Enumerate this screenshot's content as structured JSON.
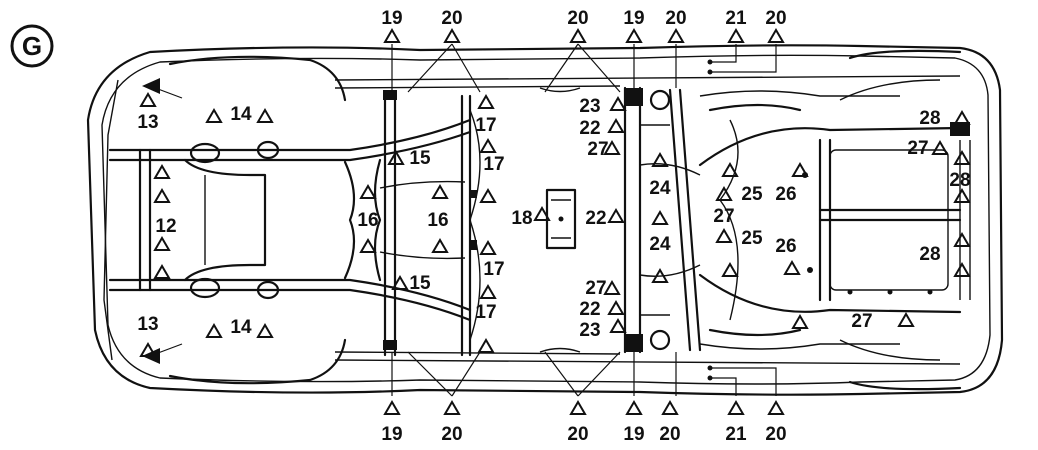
{
  "figure": {
    "view_letter": "G",
    "callouts": {
      "c13a": "13",
      "c13b": "13",
      "c14a": "14",
      "c14b": "14",
      "c12": "12",
      "c15a": "15",
      "c15b": "15",
      "c16a": "16",
      "c16b": "16",
      "c17a": "17",
      "c17b": "17",
      "c17c": "17",
      "c17d": "17",
      "c18": "18",
      "c19a": "19",
      "c19b": "19",
      "c19c": "19",
      "c19d": "19",
      "c20a": "20",
      "c20b": "20",
      "c20c": "20",
      "c20d": "20",
      "c20e": "20",
      "c20f": "20",
      "c20g": "20",
      "c20h": "20",
      "c21a": "21",
      "c21b": "21",
      "c22a": "22",
      "c22b": "22",
      "c22c": "22",
      "c23a": "23",
      "c23b": "23",
      "c24a": "24",
      "c24b": "24",
      "c25a": "25",
      "c25b": "25",
      "c26a": "26",
      "c26b": "26",
      "c27a": "27",
      "c27b": "27",
      "c27c": "27",
      "c27d": "27",
      "c27e": "27",
      "c28a": "28",
      "c28b": "28",
      "c28c": "28"
    }
  }
}
